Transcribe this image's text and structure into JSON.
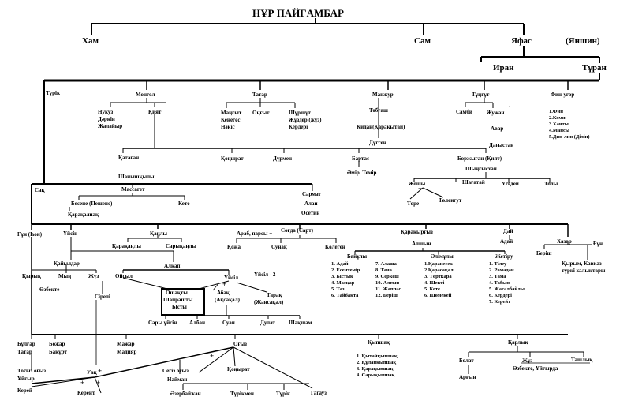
{
  "title": "НҰР ПАЙҒАМБАР",
  "sons": {
    "ham": "Хам",
    "sam": "Сам",
    "yafas": "Яфас",
    "yanshin": "(Яншин)"
  },
  "regions": {
    "iran": "Иран",
    "turan": "Тұран"
  },
  "tribes": {
    "turik": "Түрік",
    "mongol": "Монгол",
    "tatar": "Татар",
    "manzhur": "Манжур",
    "tungut": "Тұңгұт",
    "finugor": "Фин-угор"
  },
  "mongol_kids": {
    "nukuz": "Нукуз",
    "dayarkin": "Дәркін",
    "zhalayir": "Жалайыр",
    "kiyat": "Қият"
  },
  "tatar_kids": {
    "mangyt": "Маңғыт",
    "kenegez": "Кенегес",
    "nakis": "Нәкіс",
    "ongyt": "Оңғыт",
    "shurshut": "Шұршұт",
    "zhuzder": "Жұздер (жұз)",
    "kerderi": "Кердері"
  },
  "manzhur_kids": {
    "tagash": "Тәбғаш",
    "kidan": "Қидан(Қарақытай)",
    "dugen": "Дүгген"
  },
  "tungut_kids": {
    "sambi": "Самби",
    "zhuzhan": "Жужан",
    "avar": "Авар",
    "dagystan": "Дағыстан"
  },
  "fin_list": [
    "1.Фин",
    "2.Коми",
    "3.Ханты",
    "4.Мансы",
    "5.Дин-лин (Ділін)"
  ],
  "mid": {
    "katagan": "Қатаған",
    "shanyshkyly": "Шанышқылы",
    "konyrat": "Қоңырат",
    "durmen": "Дүрмен",
    "bartas": "Бартас",
    "amir_temir": "Әмір. Темір",
    "borzhygan": "Боржыған (Қият)",
    "shyngyskhan": "Шыңғысхан",
    "zhoshy": "Жошы",
    "shagatay": "Шағатай",
    "ugedey": "Үгедей",
    "toly": "Толы",
    "tore": "Төре",
    "tolengut": "Төленгут"
  },
  "sak": {
    "sak": "Сақ",
    "massaget": "Массагет",
    "besene": "Бесене (Пешене)",
    "kete": "Кете",
    "karakalpak": "Қарақалпақ",
    "sarmat": "Сармат",
    "alan": "Алан",
    "osetin": "Осетин"
  },
  "row4": {
    "gun": "Ғұн (Һон)",
    "uysin": "Үйсін",
    "kangly": "Қаңлы",
    "karakangly": "Қарақаңлы",
    "saryqangly": "Сарықаңлы",
    "sogda": "Соғда (Сарт)",
    "arab": "Араб, парсы +",
    "kozha": "Қожа",
    "sunak": "Сунақ",
    "kolegen": "Көлеген",
    "karakyrgyz": "Қарақырғыз",
    "alshyn": "Алшын",
    "day": "Дай",
    "aday": "Адай",
    "khazar": "Хазар",
    "berish": "Беріш",
    "gun2": "Ғұн",
    "kyrym": "Қырым, Кавказ",
    "kyrym2": "түркі халықтары"
  },
  "row5": {
    "kaiyldar": "Қайылдар",
    "kyryk": "Қырық",
    "myn": "Мың",
    "zhuz": "Жүз",
    "ozbekte": "Өзбекте",
    "alkap": "Алқап",
    "oysyl": "Ойсыл",
    "sireli": "Сірелі",
    "oshakty": "Ошақты",
    "shaprashty": "Шапрашты",
    "ysty": "Ысты",
    "uysil": "Үйсіл",
    "uysil2": "Үйсіл - 2",
    "abak": "Абақ",
    "aksakal": "(Ақсақал)",
    "tarak": "Тарақ",
    "zhansakal": "(Жансақал)",
    "saryuysin": "Сары үйсін",
    "alban": "Албан",
    "suan": "Суан",
    "dulat": "Дулат",
    "shakpam": "Шақшам"
  },
  "bayuly_title": "Байұлы",
  "bayuly_a": [
    "1. Адай",
    "2. Есентемір",
    "3. Ыстық",
    "4. Масқар",
    "5. Таз",
    "6. Тайбақта"
  ],
  "bayuly_b": [
    "7. Алаша",
    "8. Тана",
    "9. Серкеш",
    "10. Алтын",
    "11. Жаппас",
    "12. Беріш"
  ],
  "alimuly_title": "Әлімұлы",
  "alimuly": [
    "1.Қаракесек",
    "2.Қарасақал",
    "3. Төрткара",
    "4. Шекті",
    "5. Кете",
    "6. Шөмекей"
  ],
  "zhetiru_title": "Жетіру",
  "zhetiru": [
    "1. Тілеу",
    "2. Рамадан",
    "3. Тама",
    "4. Табын",
    "5. Жағалбайлы",
    "6. Кердері",
    "7. Керейт"
  ],
  "bottom": {
    "bulgar": "Бұлғар",
    "tatar": "Татар",
    "bozhar": "Божар",
    "bakurt": "Бақұрт",
    "mazhar": "Мажар",
    "madiyar": "Мадияр",
    "oguz": "Оғыз",
    "konyrat": "Қоңырат",
    "segiz_oguz": "Сегіз оғыз",
    "nayman": "Найман",
    "tokyz_oguz": "Тоғыз оғыз",
    "uygyr": "Ұйғыр",
    "uak": "Уақ",
    "kerey": "Керей",
    "kereyt": "Керейт",
    "azerbayzhan": "Әзербайжан",
    "turikmen": "Түрікмен",
    "turik": "Түрік",
    "gagauz": "Гагауз",
    "kypshak": "Қыпшақ",
    "karlyk": "Қарлық",
    "bolat": "Болат",
    "argyn": "Арғын",
    "zhuz": "Жұз",
    "tashlyk": "Ташлық",
    "ozbekte_uygyr": "Өзбекте, Ұйғырда"
  },
  "kypshak_list": [
    "1. Қытайқыпшақ",
    "2. Құланқыпшақ",
    "3. Қарақыпшақ",
    "4. Сарықыпшақ"
  ],
  "marks": {
    "plus": "+",
    "dot": "."
  }
}
